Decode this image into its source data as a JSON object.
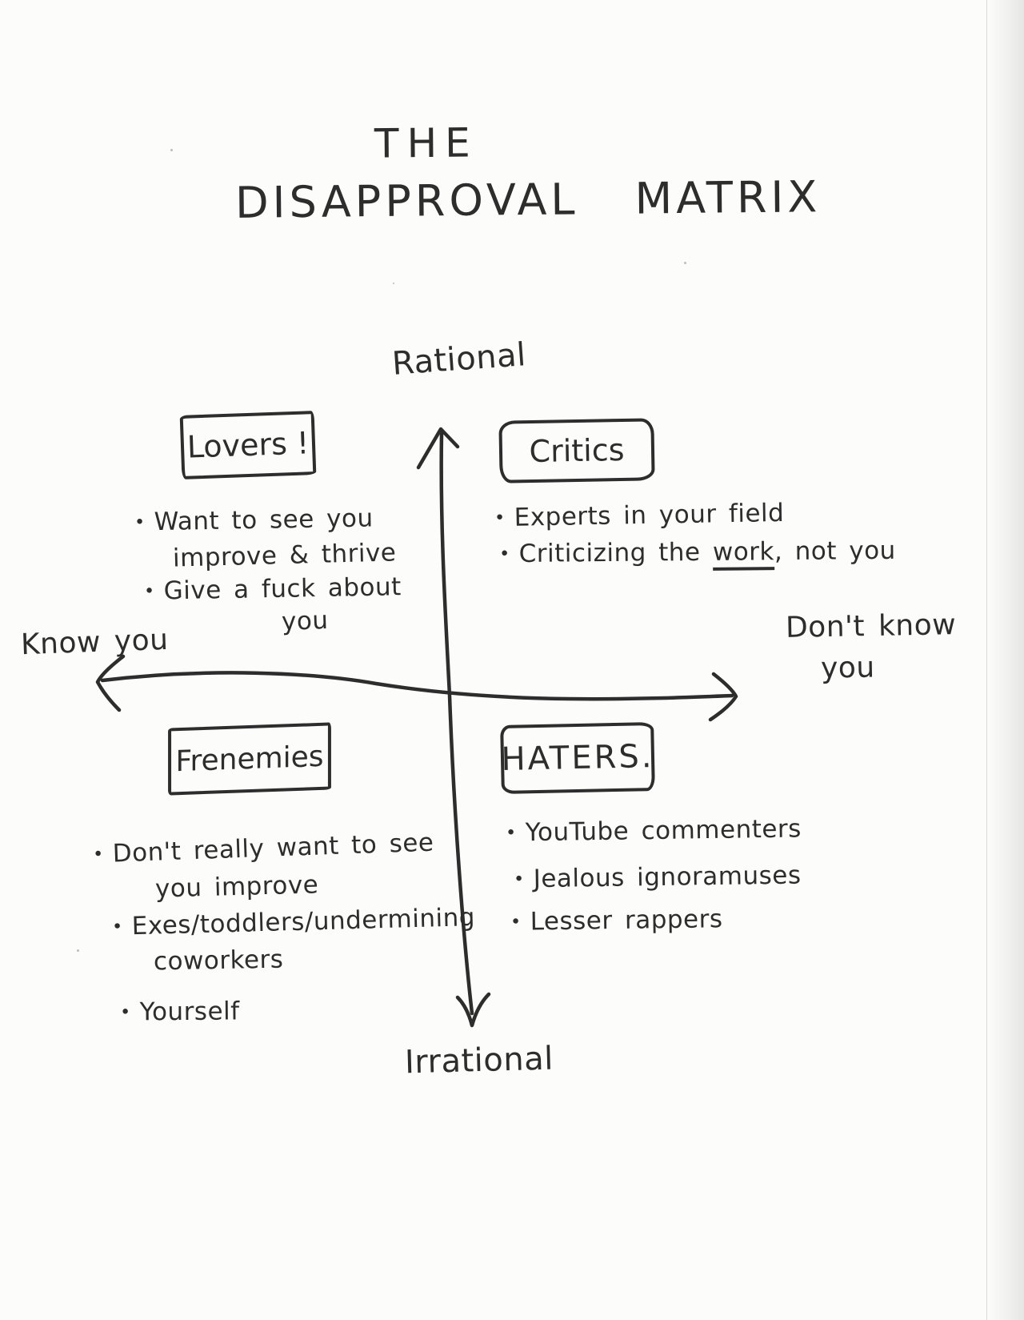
{
  "title": {
    "line1": "THE",
    "line2": "DISAPPROVAL MATRIX"
  },
  "axes": {
    "top": "Rational",
    "bottom": "Irrational",
    "left": "Know you",
    "right_line1": "Don't know",
    "right_line2": "you"
  },
  "quadrants": {
    "lovers": {
      "label": "Lovers !",
      "b1_line1": "Want to see you",
      "b1_line2": "improve & thrive",
      "b2_line1": "Give a fuck about",
      "b2_line2": "you"
    },
    "critics": {
      "label": "Critics",
      "b1": "Experts in your field",
      "b2_pre": "Criticizing the",
      "b2_underlined": "work",
      "b2_post": ", not you"
    },
    "frenemies": {
      "label": "Frenemies",
      "b1_line1": "Don't really want to see",
      "b1_line2": "you improve",
      "b2_line1": "Exes/toddlers/undermining",
      "b2_line2": "coworkers",
      "b3": "Yourself"
    },
    "haters": {
      "label": "HATERS.",
      "b1": "YouTube commenters",
      "b2": "Jealous ignoramuses",
      "b3": "Lesser rappers"
    }
  },
  "colors": {
    "ink": "#2d2d2d",
    "paper": "#fcfcfa"
  }
}
